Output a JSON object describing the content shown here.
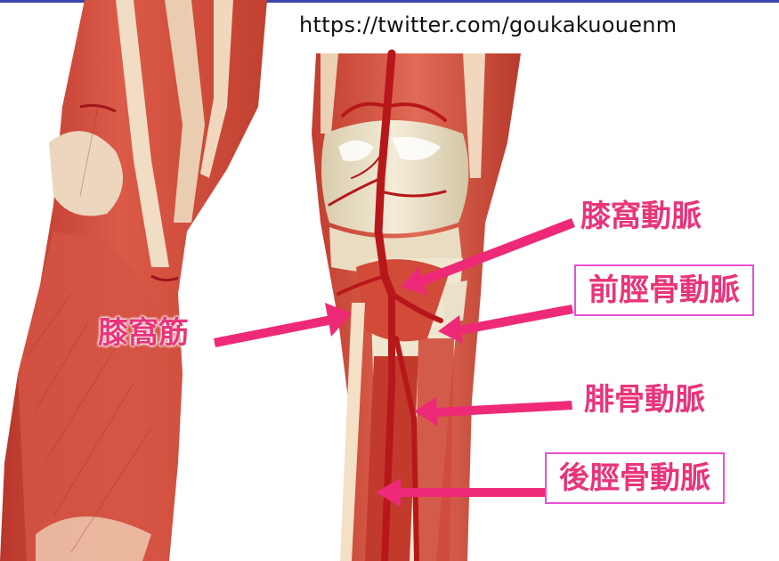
{
  "source_url": "https://twitter.com/goukakuouenm",
  "labels": {
    "popliteus_muscle": "膝窩筋",
    "popliteal_artery": "膝窩動脈",
    "anterior_tibial_artery": "前脛骨動脈",
    "fibular_artery": "腓骨動脈",
    "posterior_tibial_artery": "後脛骨動脈"
  },
  "colors": {
    "muscle": "#d0493a",
    "tendon": "#f1dcc4",
    "bone": "#efe6cf",
    "artery": "#b8171a",
    "label_text": "#e8357a",
    "arrow": "#ee2a78",
    "box_border": "#e84fd2",
    "top_bar": "#3b47a8"
  }
}
